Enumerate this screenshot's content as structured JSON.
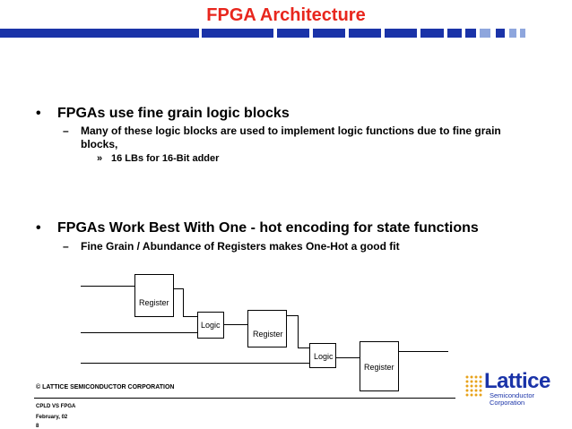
{
  "slide": {
    "title": "FPGA Architecture",
    "accent_color": "#e8261d",
    "bar_color": "#1a33a8"
  },
  "bullets": [
    {
      "mark": "•",
      "text": "FPGAs use fine grain logic blocks",
      "sub": {
        "mark": "–",
        "text": "Many of these logic blocks are used to implement logic functions due to fine grain blocks,",
        "subsub": {
          "mark": "»",
          "text": "16 LBs for 16-Bit adder"
        }
      }
    },
    {
      "mark": "•",
      "text": "FPGAs Work Best With  One - hot encoding for state functions",
      "sub": {
        "mark": "–",
        "text": "Fine Grain / Abundance of Registers makes One-Hot a good fit"
      }
    }
  ],
  "diagram": {
    "blocks": [
      "Register",
      "Logic",
      "Register",
      "Logic",
      "Register"
    ]
  },
  "footer": {
    "copyright": "© LATTICE SEMICONDUCTOR CORPORATION",
    "doc": "CPLD VS FPGA",
    "date": "February, 02",
    "page": "8"
  },
  "logo": {
    "name": "Lattice",
    "tagline_1": "Semiconductor",
    "tagline_2": "Corporation",
    "icon": "lattice-dots-logo"
  }
}
